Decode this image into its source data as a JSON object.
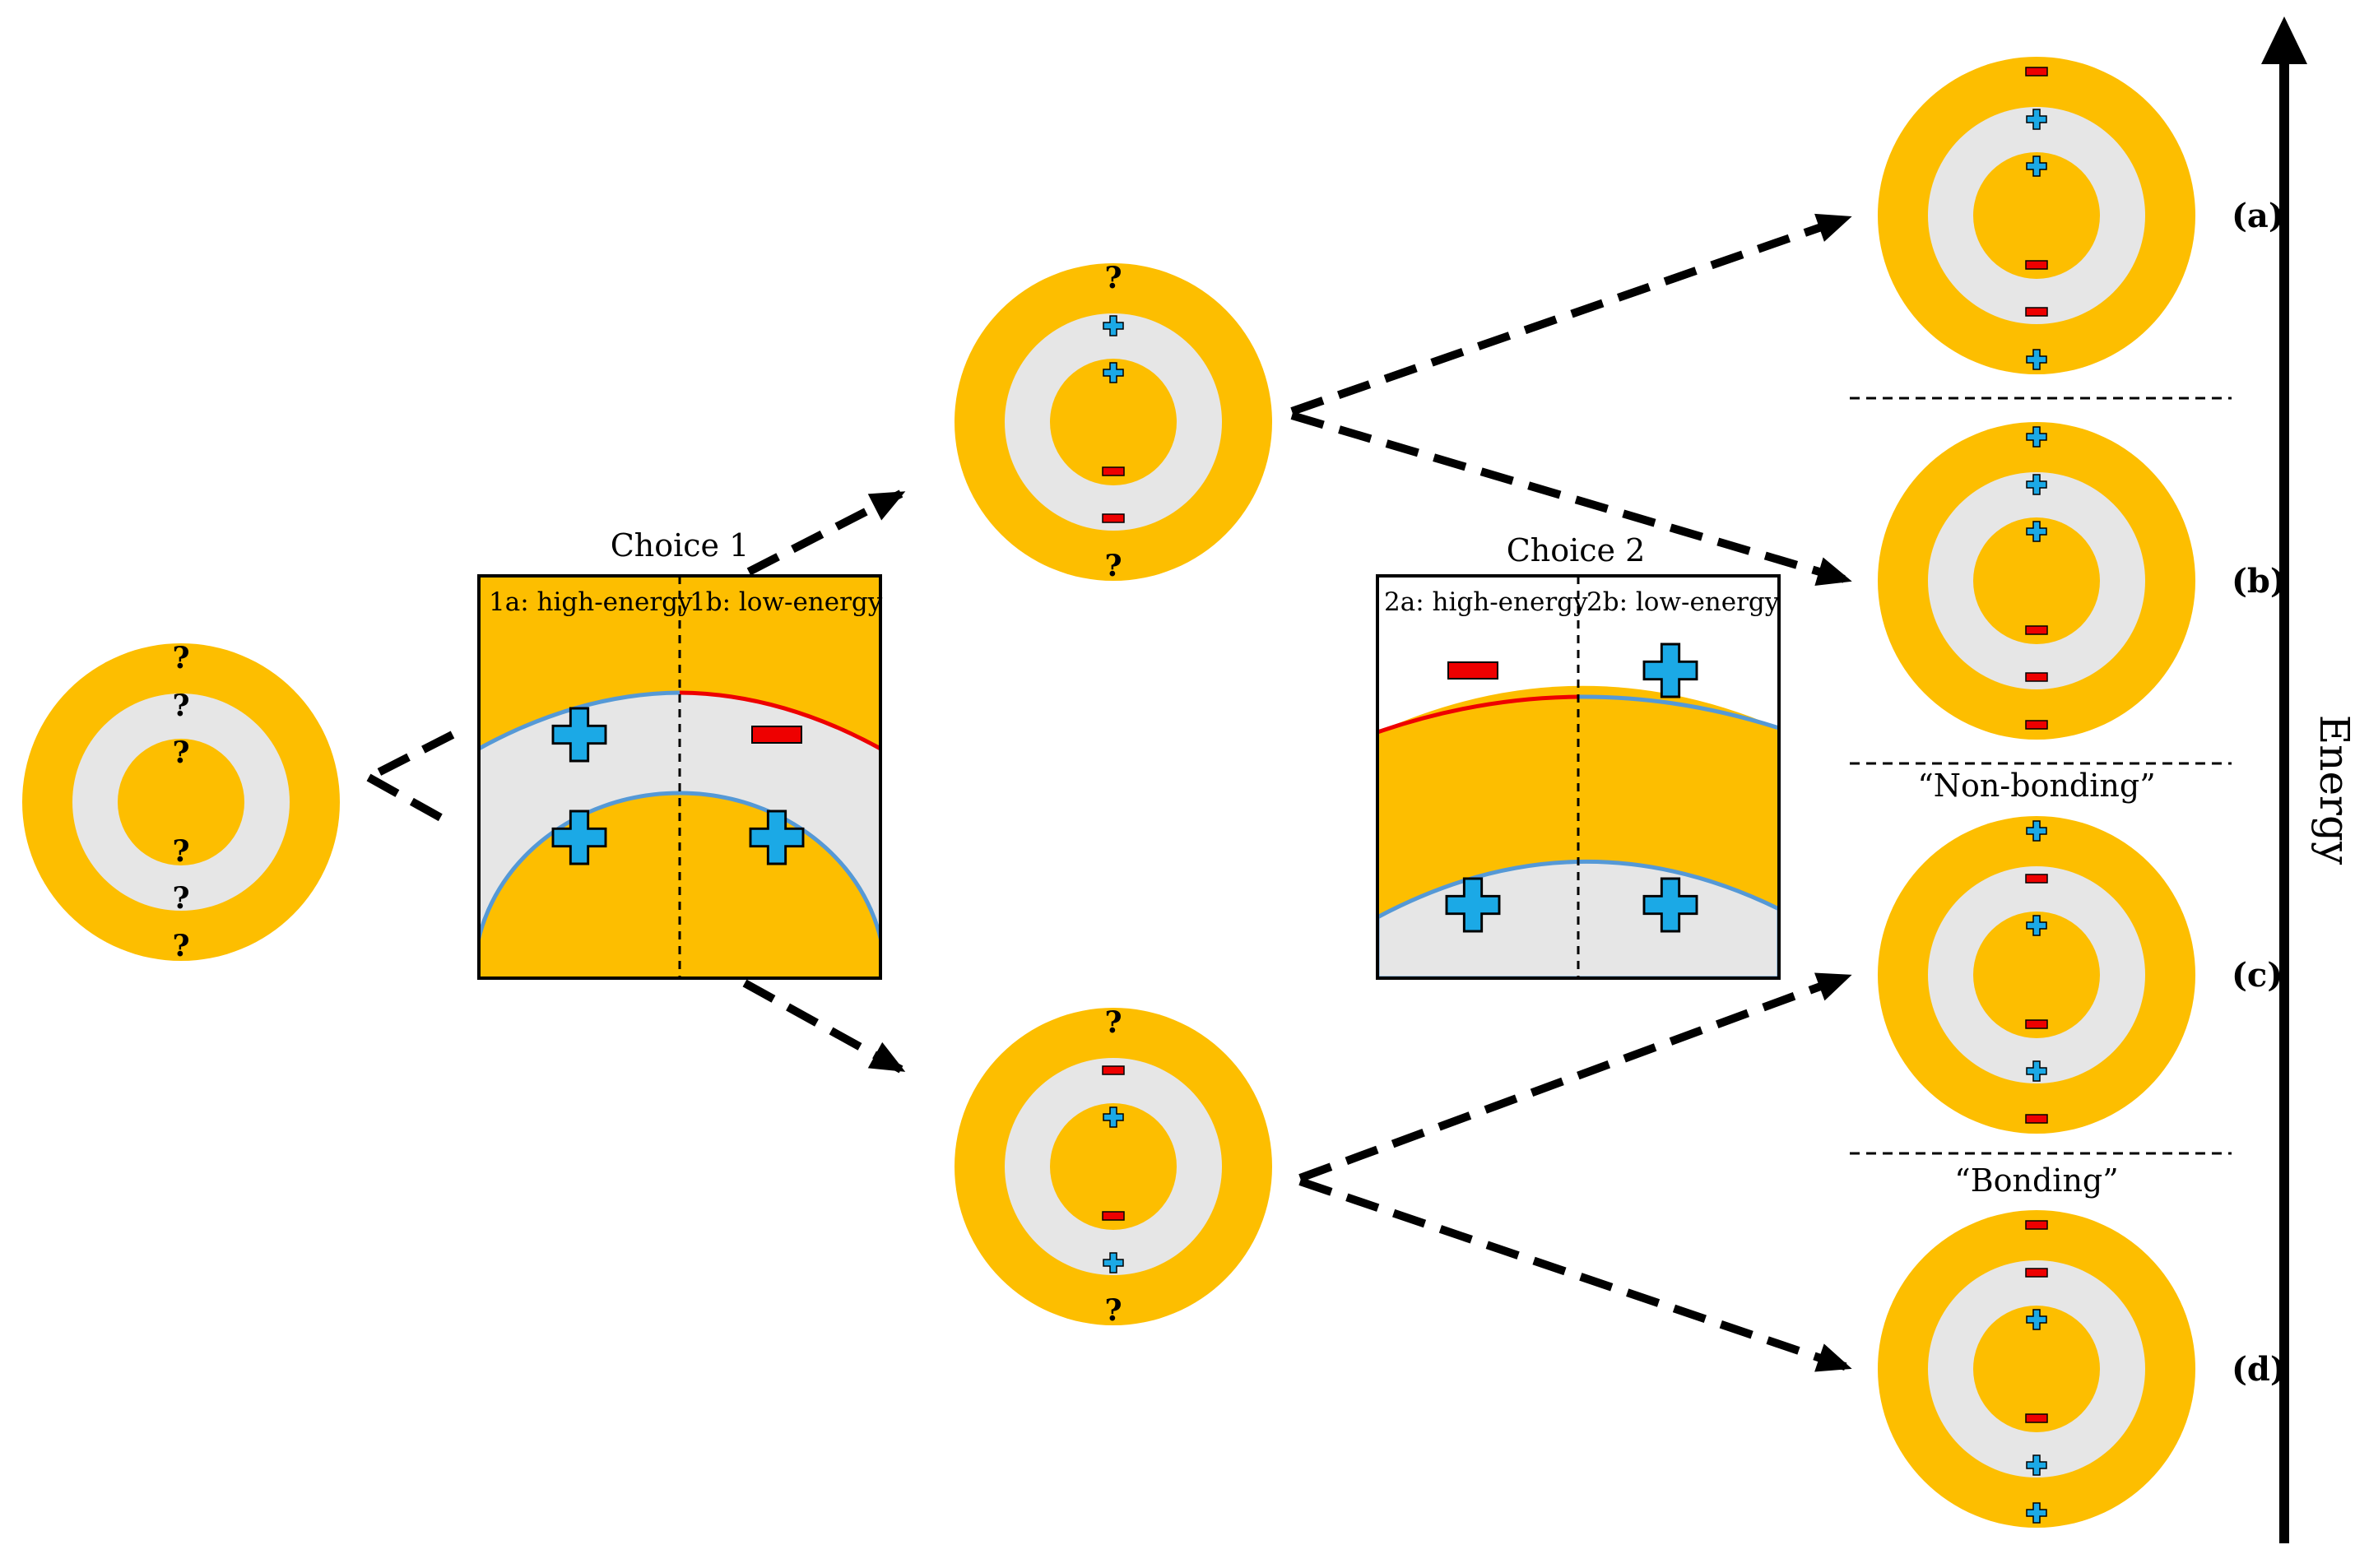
{
  "colors": {
    "outer_ring": "#FDBE00",
    "middle_ring": "#E6E6E6",
    "core": "#FDBE00",
    "plus": "#1BA9E6",
    "minus": "#EE0000",
    "interface_blue": "#5599D6",
    "interface_red": "#EE0000",
    "arrow": "#000000"
  },
  "choice1": {
    "title": "Choice 1",
    "left_label": "1a: high-energy",
    "right_label": "1b: low-energy"
  },
  "choice2": {
    "title": "Choice 2",
    "left_label": "2a: high-energy",
    "right_label": "2b: low-energy"
  },
  "unknown_mark": "?",
  "states": {
    "start": {
      "marks": [
        "?",
        "?",
        "?",
        "?",
        "?",
        "?"
      ]
    },
    "upper": {
      "marks": [
        "?",
        "+",
        "+",
        "-",
        "-",
        "?"
      ]
    },
    "lower": {
      "marks": [
        "?",
        "-",
        "+",
        "-",
        "+",
        "?"
      ]
    },
    "a": {
      "label": "(a)",
      "marks": [
        "-",
        "+",
        "+",
        "-",
        "-",
        "+"
      ]
    },
    "b": {
      "label": "(b)",
      "marks": [
        "+",
        "+",
        "+",
        "-",
        "-",
        "-"
      ]
    },
    "c": {
      "label": "(c)",
      "marks": [
        "+",
        "-",
        "+",
        "-",
        "+",
        "-"
      ]
    },
    "d": {
      "label": "(d)",
      "marks": [
        "-",
        "-",
        "+",
        "-",
        "+",
        "+"
      ]
    }
  },
  "annotations": {
    "non_bonding": "“Non-bonding”",
    "bonding": "“Bonding”"
  },
  "energy_axis": {
    "label": "Energy"
  }
}
